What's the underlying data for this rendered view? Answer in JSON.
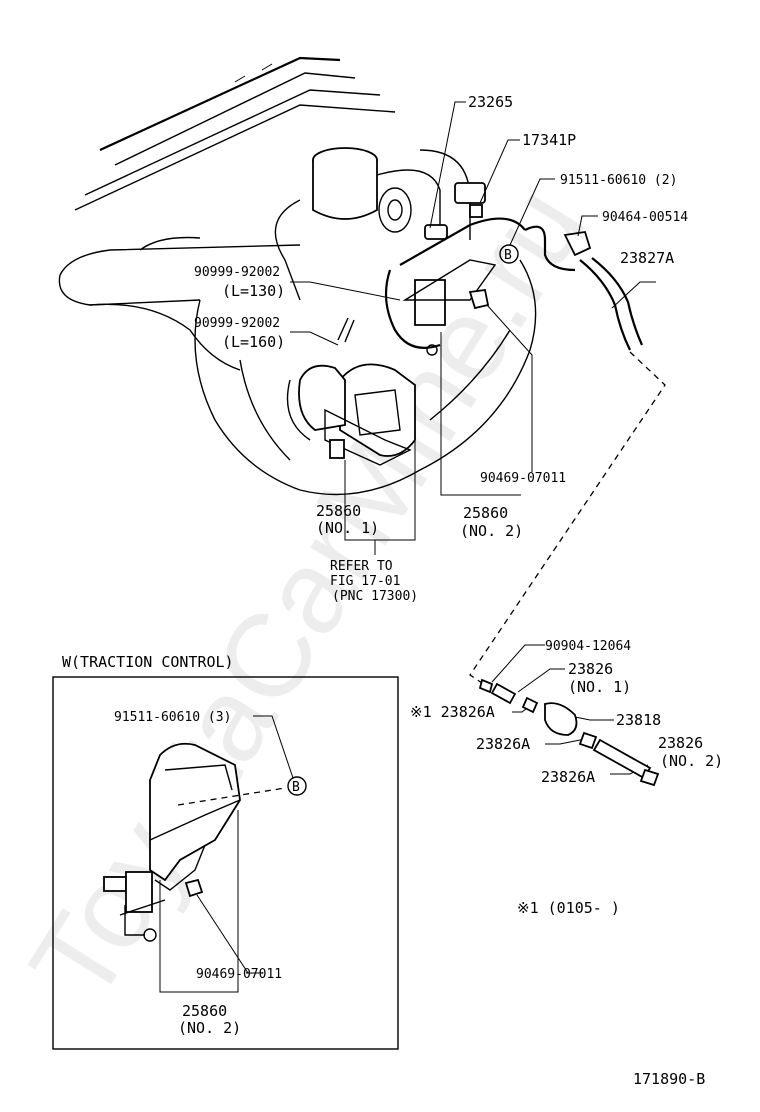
{
  "labels": {
    "p23265": "23265",
    "p17341p": "17341P",
    "p9151160610_2": "91511-60610 (2)",
    "p9046400514": "90464-00514",
    "p23827a": "23827A",
    "p9099992002_a": "90999-92002",
    "p_l130": "(L=130)",
    "p9099992002_b": "90999-92002",
    "p_l160": "(L=160)",
    "p9046907011_main": "90469-07011",
    "p25860_no1": "25860",
    "p25860_no1_sub": "(NO. 1)",
    "p25860_no2": "25860",
    "p25860_no2_sub": "(NO. 2)",
    "refer_1": "REFER TO",
    "refer_2": "FIG 17-01",
    "refer_3": "(PNC 17300)",
    "p9090412064": "90904-12064",
    "p23826": "23826",
    "p23826_sub": "(NO. 1)",
    "p23826a_star": "※1 23826A",
    "p23818": "23818",
    "p23826a_2": "23826A",
    "p23826_no2": "23826",
    "p23826_no2_sub": "(NO. 2)",
    "p23826a_3": "23826A",
    "note": "※1 (0105-      )",
    "inset_title": "W(TRACTION CONTROL)",
    "p9151160610_3": "91511-60610 (3)",
    "p9046907011_inset": "90469-07011",
    "p25860_inset": "25860",
    "p25860_inset_sub": "(NO. 2)",
    "b_marker_main": "B",
    "b_marker_inset": "B",
    "figure_id": "171890-B",
    "watermark": "ToyotaCarMine.ru"
  }
}
